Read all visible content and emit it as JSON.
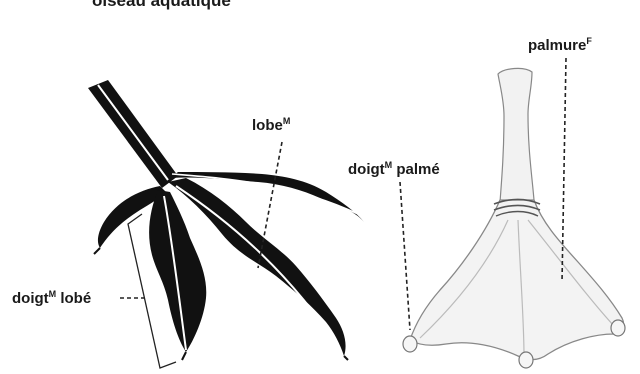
{
  "caption": "oiseau aquatique",
  "labels": {
    "palmure": {
      "text": "palmure",
      "mark": "F"
    },
    "lobe": {
      "text": "lobe",
      "mark": "M"
    },
    "doigt_palme": {
      "text": "doigt",
      "mark": "M",
      "suffix": "palmé"
    },
    "doigt_lobe": {
      "text": "doigt",
      "mark": "M",
      "suffix": "lobé"
    }
  }
}
